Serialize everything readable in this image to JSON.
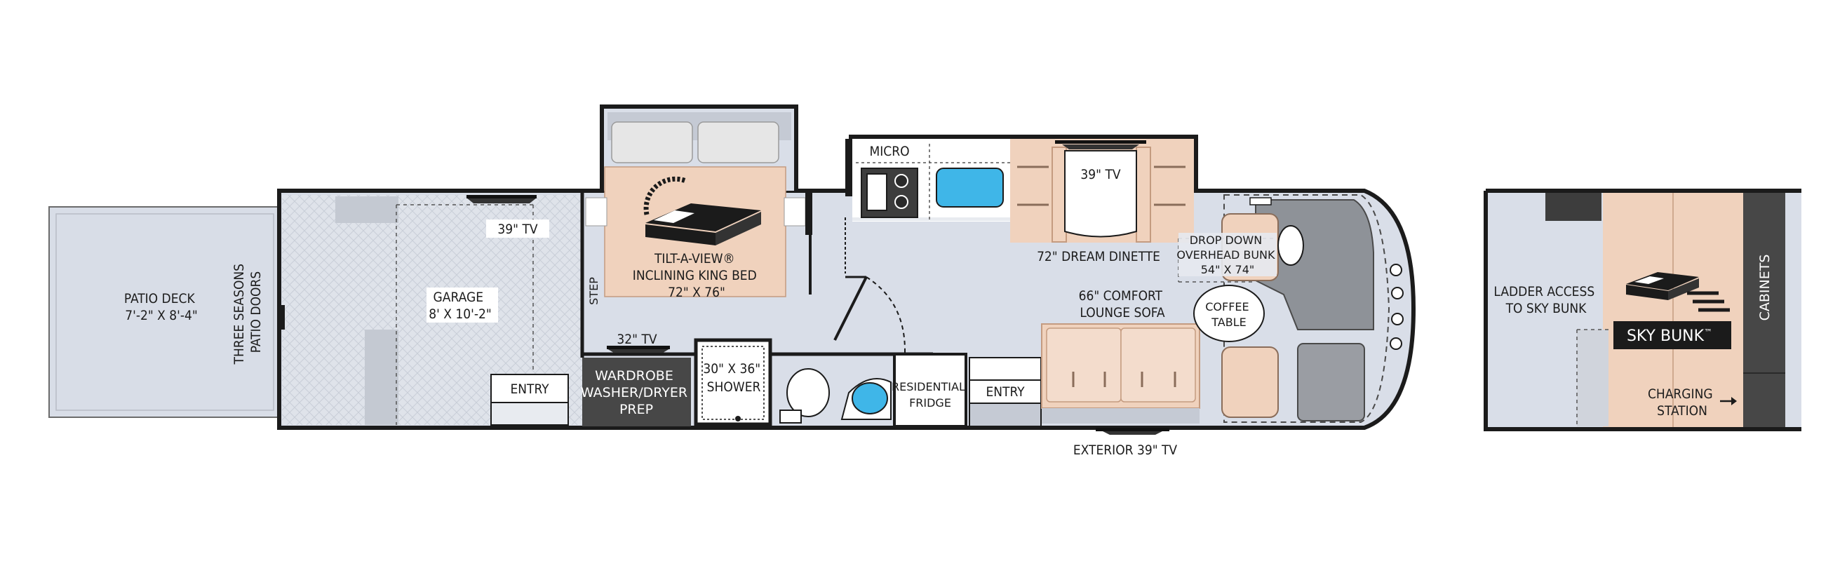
{
  "labels": {
    "patio_deck": [
      "PATIO DECK",
      "7'-2\" X 8'-4\""
    ],
    "patio_doors": [
      "THREE SEASONS",
      "PATIO DOORS"
    ],
    "garage": [
      "GARAGE",
      "8' X 10'-2\""
    ],
    "garage_tv": "39\" TV",
    "garage_entry": "ENTRY",
    "step": "STEP",
    "bed": [
      "TILT-A-VIEW®",
      "INCLINING KING BED",
      "72\" X 76\""
    ],
    "wardrobe_tv": "32\" TV",
    "wardrobe": [
      "WARDROBE",
      "WASHER/DRYER",
      "PREP"
    ],
    "shower": [
      "30\" X 36\"",
      "SHOWER"
    ],
    "fridge": [
      "RESIDENTIAL",
      "FRIDGE"
    ],
    "main_entry": "ENTRY",
    "micro": "MICRO",
    "dinette_tv": "39\" TV",
    "dinette": "72\" DREAM DINETTE",
    "bunk": [
      "DROP DOWN",
      "OVERHEAD BUNK",
      "54\" X 74\""
    ],
    "sofa": [
      "66\" COMFORT",
      "LOUNGE SOFA"
    ],
    "coffee_table": [
      "COFFEE",
      "TABLE"
    ],
    "exterior_tv": "EXTERIOR 39\" TV",
    "ladder": [
      "LADDER ACCESS",
      "TO SKY BUNK"
    ],
    "cabinets": "CABINETS",
    "sky_bunk": "SKY BUNK",
    "sky_bunk_mark": "™",
    "charging": [
      "CHARGING",
      "STATION"
    ]
  },
  "colors": {
    "wall": "#1b1b1b",
    "floor": "#d9dee8",
    "garage_floor": "#dfe3ea",
    "wood": "#f0d2bd",
    "cabinet_dark": "#4a4a4a",
    "water": "#3fb6e8",
    "cab_gray": "#9a9da3"
  }
}
